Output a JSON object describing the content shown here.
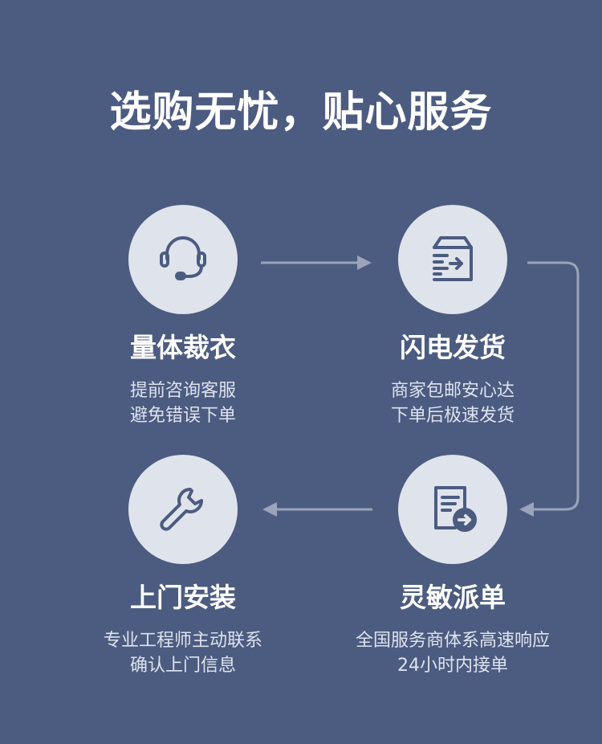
{
  "title": "选购无忧，贴心服务",
  "colors": {
    "background": "#4c5b80",
    "circle": "#dfe4ec",
    "icon": "#4c5b80",
    "connector": "#9aa4ba"
  },
  "steps": [
    {
      "icon": "headset-icon",
      "title": "量体裁衣",
      "desc": [
        "提前咨询客服",
        "避免错误下单"
      ]
    },
    {
      "icon": "shipping-box-icon",
      "title": "闪电发货",
      "desc": [
        "商家包邮安心达",
        "下单后极速发货"
      ]
    },
    {
      "icon": "dispatch-document-icon",
      "title": "灵敏派单",
      "desc": [
        "全国服务商体系高速响应",
        "24小时内接单"
      ]
    },
    {
      "icon": "wrench-icon",
      "title": "上门安装",
      "desc": [
        "专业工程师主动联系",
        "确认上门信息"
      ]
    }
  ]
}
